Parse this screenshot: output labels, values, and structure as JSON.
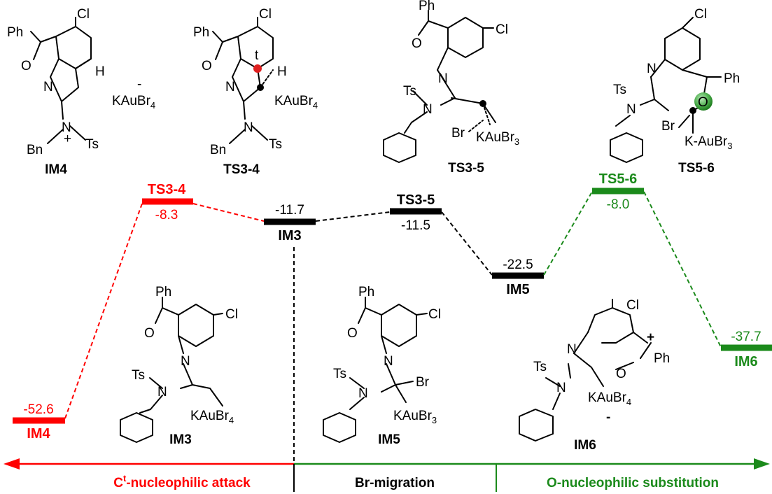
{
  "colors": {
    "red": "#ff0000",
    "black": "#000000",
    "green": "#1b8a1b"
  },
  "levels": [
    {
      "id": "IM4",
      "label": "IM4",
      "energy": "-52.6",
      "color": "#ff0000"
    },
    {
      "id": "TS34",
      "label": "TS3-4",
      "energy": "-8.3",
      "color": "#ff0000"
    },
    {
      "id": "IM3",
      "label": "IM3",
      "energy": "-11.7",
      "color": "#000000"
    },
    {
      "id": "TS35",
      "label": "TS3-5",
      "energy": "-11.5",
      "color": "#000000"
    },
    {
      "id": "IM5",
      "label": "IM5",
      "energy": "-22.5",
      "color": "#000000"
    },
    {
      "id": "TS56",
      "label": "TS5-6",
      "energy": "-8.0",
      "color": "#1b8a1b"
    },
    {
      "id": "IM6",
      "label": "IM6",
      "energy": "-37.7",
      "color": "#1b8a1b"
    }
  ],
  "structures": {
    "top_im4": "IM4",
    "top_ts34": "TS3-4",
    "top_ts35": "TS3-5",
    "top_ts56": "TS5-6",
    "bot_im3": "IM3",
    "bot_im5": "IM5",
    "bot_im6": "IM6"
  },
  "atoms": {
    "ph": "Ph",
    "cl": "Cl",
    "o": "O",
    "n": "N",
    "h": "H",
    "ts": "Ts",
    "bn": "Bn",
    "br": "Br",
    "kaubr4": "KAuBr",
    "kaubr3": "KAuBr",
    "kauBr3_dash": "K-AuBr",
    "sub4": "4",
    "sub3": "3",
    "plus": "+",
    "minus": "-",
    "t": "t"
  },
  "regions": {
    "left": "C",
    "left_sup": "t",
    "left_rest": "-nucleophilic attack",
    "middle": "Br-migration",
    "right": "O-nucleophilic substitution"
  }
}
